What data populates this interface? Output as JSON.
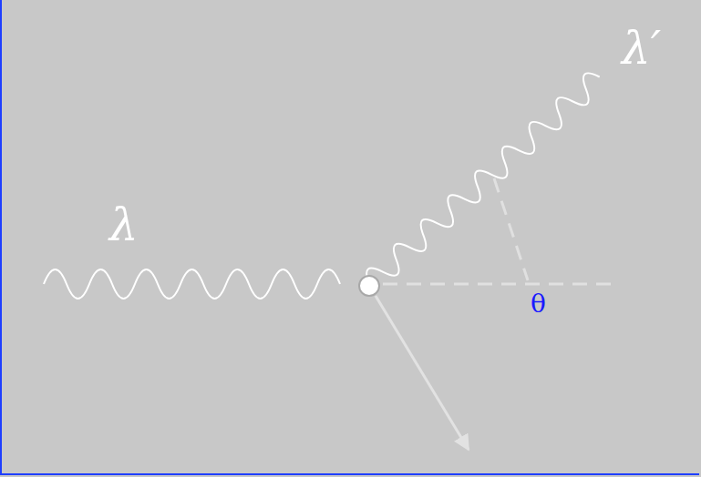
{
  "diagram": {
    "labels": [
      "λ",
      "λ′",
      "θ"
    ]
  }
}
